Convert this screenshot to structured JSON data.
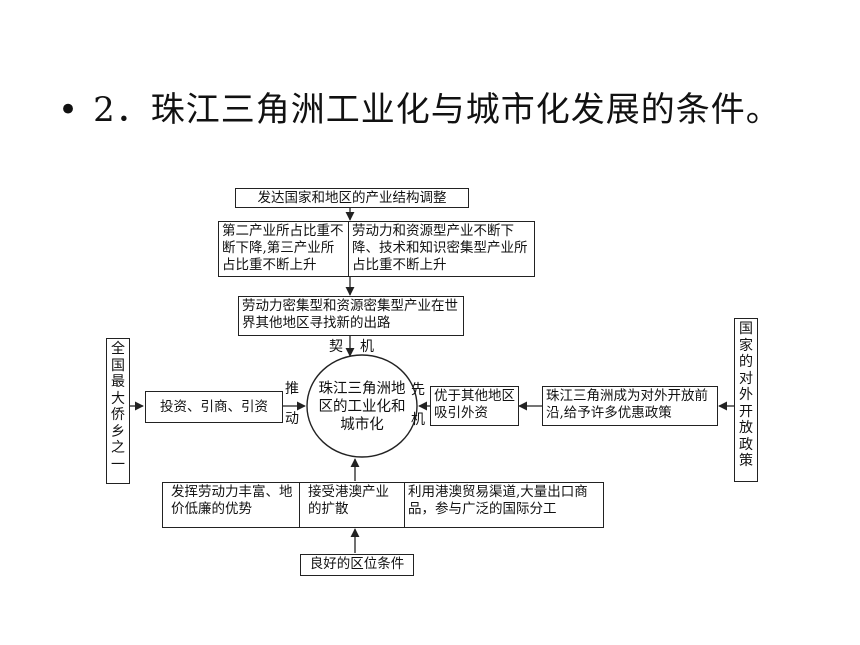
{
  "heading": {
    "bullet": "•",
    "text": "2．珠江三角洲工业化与城市化发展的条件。"
  },
  "diagram": {
    "top_box": "发达国家和地区的产业结构调整",
    "left_change": "第二产业所占比重不断下降,第三产业所占比重不断上升",
    "right_change": "劳动力和资源型产业不断下降、技术和知识密集型产业所占比重不断上升",
    "relocation": "劳动力密集型和资源密集型产业在世界其他地区寻找新的出路",
    "label_opportunity_left": "契",
    "label_opportunity_right": "机",
    "center": "珠江三角洲地区的工业化和城市化",
    "left_vertical": "全\n国\n最\n大\n侨\n乡\n之\n一",
    "investment": "投资、引商、引资",
    "label_push_1": "推",
    "label_push_2": "动",
    "right_vertical": "国\n家\n的\n对\n外\n开\n放\n政\n策",
    "policy": "珠江三角洲成为对外开放前沿,给予许多优惠政策",
    "advantage": "优于其他地区吸引外资",
    "label_first_1": "先",
    "label_first_2": "机",
    "labor": "发挥劳动力丰富、地价低廉的优势",
    "hk_macau": "接受港澳产业的扩散",
    "trade": "利用港澳贸易渠道,大量出口商品，参与广泛的国际分工",
    "location": "良好的区位条件"
  }
}
